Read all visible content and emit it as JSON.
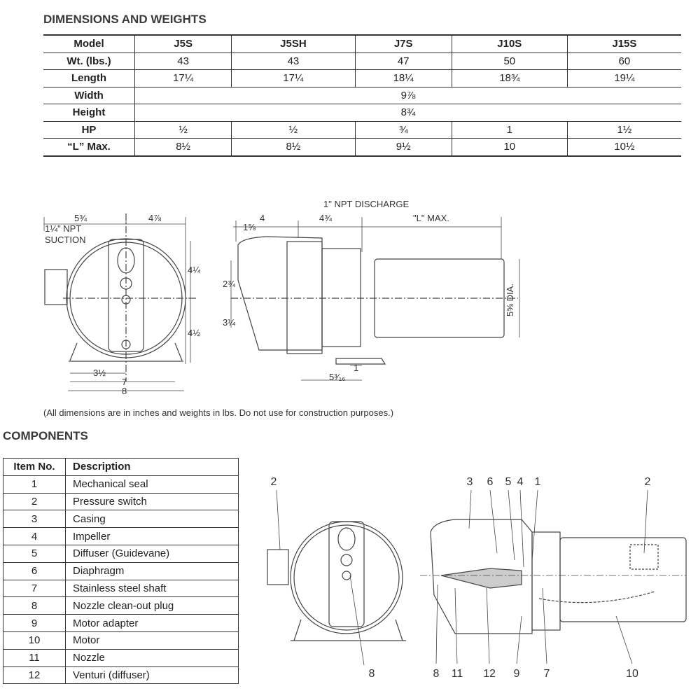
{
  "dimensions": {
    "title": "DIMENSIONS AND WEIGHTS",
    "header": [
      "Model",
      "J5S",
      "J5SH",
      "J7S",
      "J10S",
      "J15S"
    ],
    "rows": [
      [
        "Wt. (lbs.)",
        "43",
        "43",
        "47",
        "50",
        "60"
      ],
      [
        "Length",
        "17¼",
        "17¼",
        "18¼",
        "18¾",
        "19¼"
      ],
      [
        "Width",
        "9⅞"
      ],
      [
        "Height",
        "8¾"
      ],
      [
        "HP",
        "½",
        "½",
        "¾",
        "1",
        "1½"
      ],
      [
        "“L” Max.",
        "8½",
        "8½",
        "9½",
        "10",
        "10½"
      ]
    ]
  },
  "drawing": {
    "front": {
      "d_left": "5¾",
      "d_right": "4⅞",
      "suction_1": "1¼\" NPT",
      "suction_2": "SUCTION",
      "h_top": "4¼",
      "h_bot": "4½",
      "w1": "3½",
      "w2": "7",
      "w3": "8"
    },
    "side": {
      "discharge": "1\" NPT DISCHARGE",
      "d4": "4",
      "d15": "1⅝",
      "d43": "4¾",
      "lmax": "\"L\" MAX.",
      "h23": "2¾",
      "h31": "3¼",
      "dia": "5⅝ DIA.",
      "d1": "1",
      "d5": "5³⁄₁₆"
    },
    "note": "(All dimensions are in inches and weights in lbs. Do not use for construction purposes.)"
  },
  "components": {
    "title": "COMPONENTS",
    "header": [
      "Item No.",
      "Description"
    ],
    "rows": [
      [
        "1",
        "Mechanical seal"
      ],
      [
        "2",
        "Pressure switch"
      ],
      [
        "3",
        "Casing"
      ],
      [
        "4",
        "Impeller"
      ],
      [
        "5",
        "Diffuser (Guidevane)"
      ],
      [
        "6",
        "Diaphragm"
      ],
      [
        "7",
        "Stainless steel shaft"
      ],
      [
        "8",
        "Nozzle clean-out plug"
      ],
      [
        "9",
        "Motor adapter"
      ],
      [
        "10",
        "Motor"
      ],
      [
        "11",
        "Nozzle"
      ],
      [
        "12",
        "Venturi (diffuser)"
      ]
    ],
    "callouts_front": [
      "2",
      "8"
    ],
    "callouts_section_top": [
      "3",
      "6",
      "5",
      "4",
      "1",
      "2"
    ],
    "callouts_section_bottom": [
      "8",
      "11",
      "12",
      "9",
      "7",
      "10"
    ]
  }
}
